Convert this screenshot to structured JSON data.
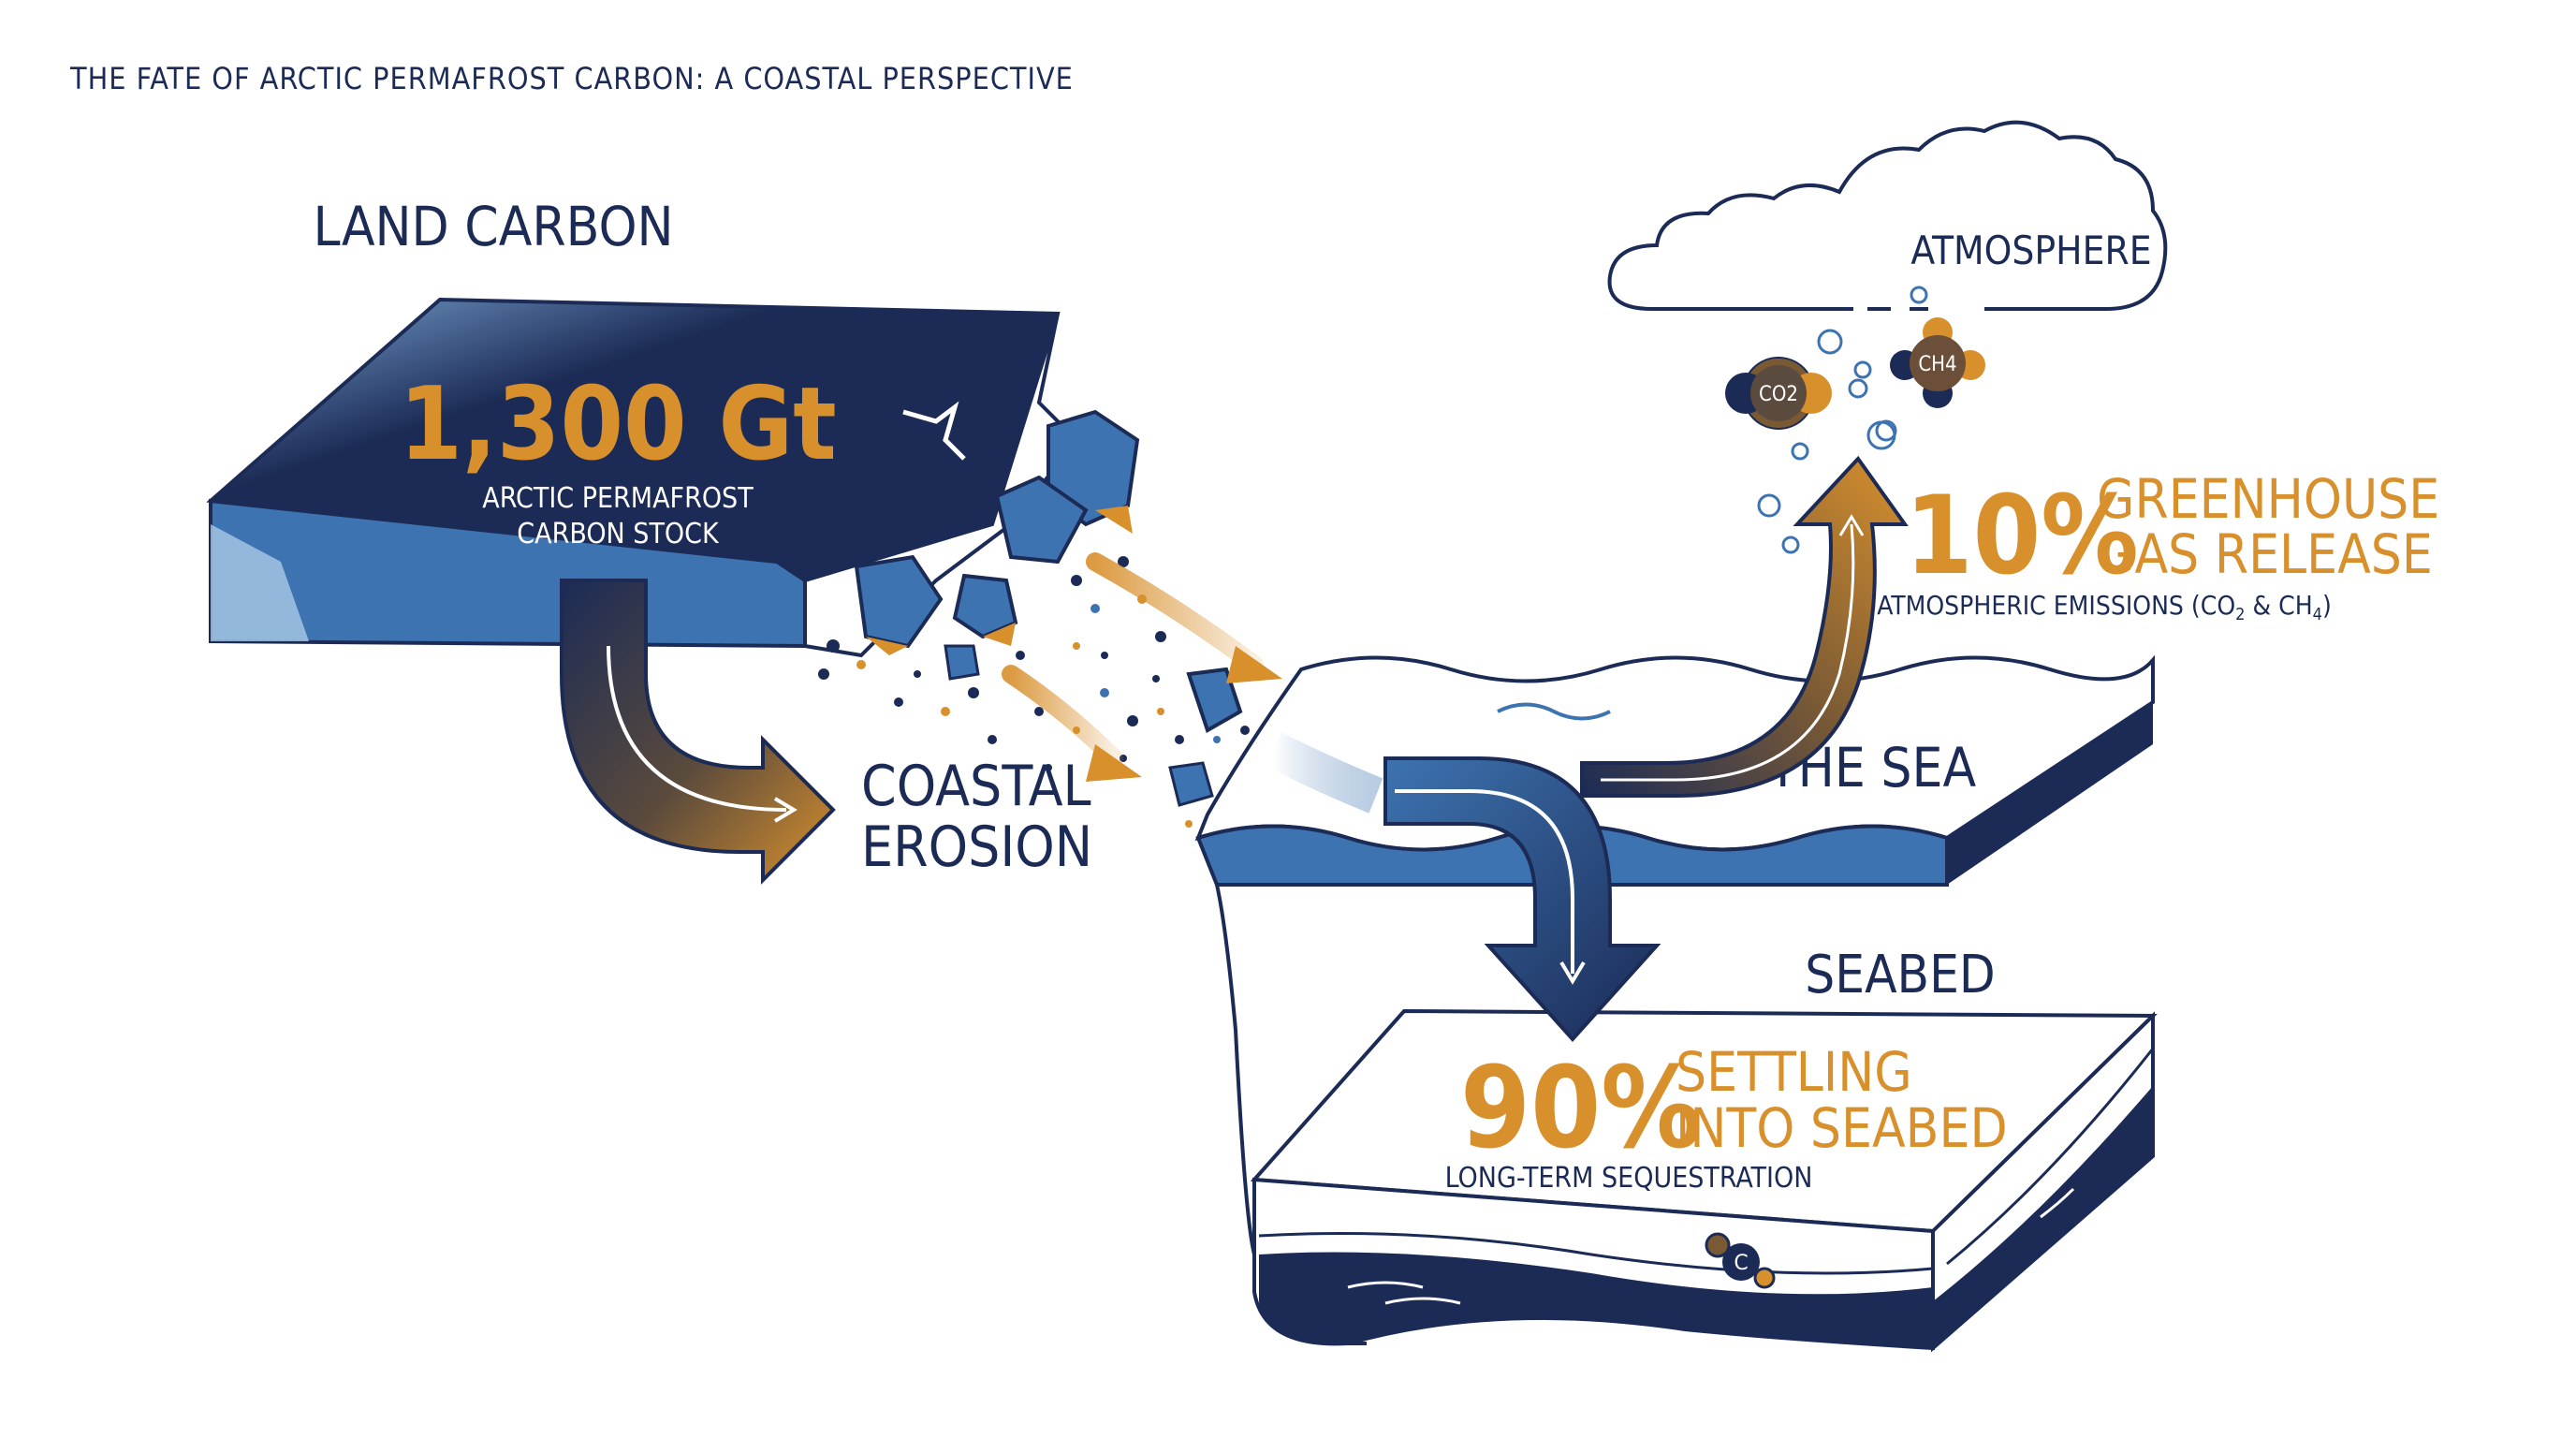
{
  "title": "THE FATE OF ARCTIC PERMAFROST CARBON: A COASTAL PERSPECTIVE",
  "land": {
    "heading": "LAND CARBON",
    "stock_value": "1,300 Gt",
    "stock_label_line1": "ARCTIC PERMAFROST",
    "stock_label_line2": "CARBON STOCK"
  },
  "erosion": {
    "line1": "COASTAL",
    "line2": "EROSION"
  },
  "atmosphere": {
    "heading": "ATMOSPHERE",
    "molecule_co2": "CO2",
    "molecule_ch4": "CH4",
    "percent": "10%",
    "label_line1": "GREENHOUSE",
    "label_line2": "GAS RELEASE",
    "sublabel_prefix": "ATMOSPHERIC EMISSIONS (CO",
    "sublabel_mid": " & CH",
    "sublabel_suffix": ")",
    "sub_2": "2",
    "sub_4": "4"
  },
  "sea": {
    "heading": "THE SEA"
  },
  "seabed": {
    "heading": "SEABED",
    "percent": "90%",
    "label_line1": "SETTLING",
    "label_line2": "INTO SEABED",
    "sublabel": "LONG-TERM SEQUESTRATION",
    "carbon_atom": "C"
  },
  "colors": {
    "navy": "#1b2b56",
    "blue": "#3d73b0",
    "orange": "#d8902d",
    "light_blue": "#a9c9e6"
  }
}
